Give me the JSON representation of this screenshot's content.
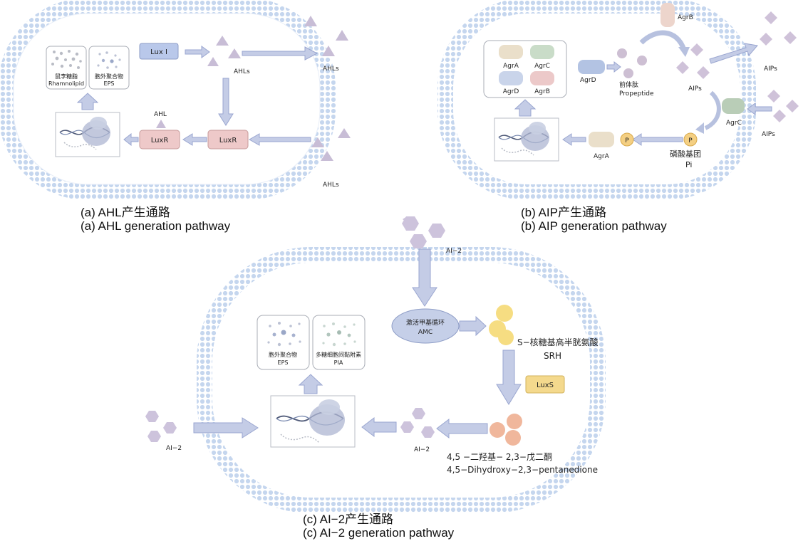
{
  "panel_a": {
    "caption_cn": "(a) AHL产生通路",
    "caption_en": "(a) AHL generation pathway",
    "luxi": "Lux I",
    "luxr_left": "LuxR",
    "luxr_right": "LuxR",
    "ahl_single": "AHL",
    "ahls_inner": "AHLs",
    "ahls_out_top": "AHLs",
    "ahls_out_bottom": "AHLs",
    "rhamno_cn": "鼠李糖脂",
    "rhamno_en": "Rhamnolipid",
    "eps_cn": "胞外聚合物",
    "eps_en": "EPS"
  },
  "panel_b": {
    "caption_cn": "(b) AIP产生通路",
    "caption_en": "(b) AIP generation pathway",
    "agra": "AgrA",
    "agrc": "AgrC",
    "agrd": "AgrD",
    "agrb": "AgrB",
    "agrd_free": "AgrD",
    "propeptide_cn": "前体肽",
    "propeptide_en": "Propeptide",
    "aips_inner": "AIPs",
    "aips_out_top": "AIPs",
    "aips_out_bottom": "AIPs",
    "agrb_membrane": "AgrB",
    "agrc_membrane": "AgrC",
    "agra_bottom": "AgrA",
    "p1": "P",
    "p2": "P",
    "pi_cn": "磷酸基团",
    "pi_en": "Pi"
  },
  "panel_c": {
    "caption_cn": "(c) AI−2产生通路",
    "caption_en": "(c) AI−2 generation pathway",
    "ai2_top": "AI−2",
    "ai2_left": "AI−2",
    "ai2_inner": "AI−2",
    "amc_cn": "激活甲基循环",
    "amc_en": "AMC",
    "srh_cn": "S−核糖基高半胱氨酸",
    "srh_en": "SRH",
    "luxs": "LuxS",
    "dpd_cn": "4,5 −二羟基− 2,3−戊二酮",
    "dpd_en": "4,5−Dihydroxy−2,3−pentanedione",
    "eps_cn": "胞外聚合物",
    "eps_en": "EPS",
    "pia_cn": "多糖细胞间黏附素",
    "pia_en": "PIA"
  },
  "colors": {
    "membrane": "#c5d6ee",
    "arrow": "#c4cce6",
    "arrow_stroke": "#9aa6d0",
    "ahl": "#c8bdd6",
    "aip": "#cfc2d9",
    "ai2": "#cdc3dc",
    "luxr": "#eec9c9",
    "luxi": "#b9c8ea",
    "luxs": "#f4d98d",
    "srh": "#f6dd82",
    "dpd": "#f0b79c",
    "amc": "#c5cfe8"
  }
}
